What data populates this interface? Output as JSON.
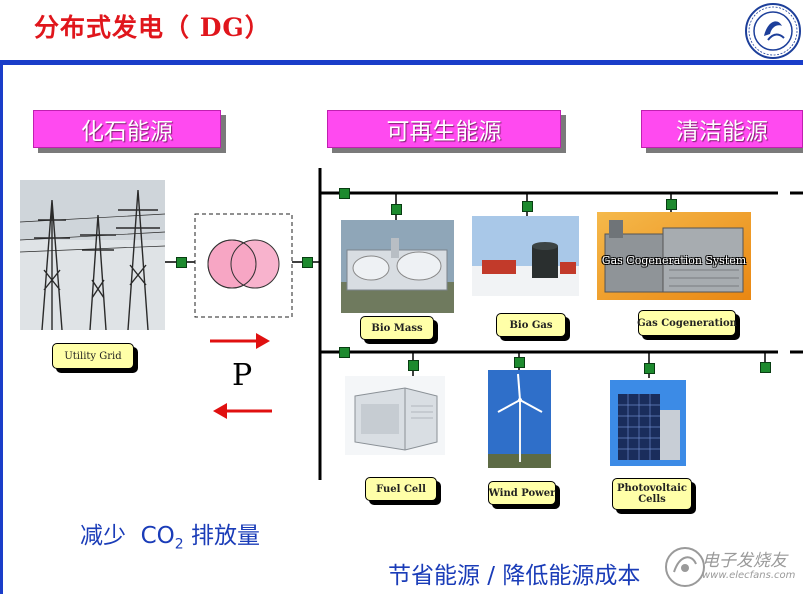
{
  "header": {
    "title": "分布式发电（ DG）"
  },
  "categories": {
    "fossil": "化石能源",
    "renewable": "可再生能源",
    "clean": "清洁能源"
  },
  "labels": {
    "utility_grid": "Utility Grid",
    "bio_mass": "Bio Mass",
    "bio_gas": "Bio Gas",
    "gas_cogeneration": "Gas Cogeneration",
    "gas_cogeneration_system": "Gas Cogeneration System",
    "fuel_cell": "Fuel Cell",
    "wind_power": "Wind Power",
    "photovoltaic_line1": "Photovoltaic",
    "photovoltaic_line2": "Cells"
  },
  "power_symbol": "P",
  "benefits": {
    "reduce_prefix": "减少",
    "co": "CO",
    "two": "2",
    "reduce_suffix": "排放量",
    "save": "节省能源 / 降低能源成本"
  },
  "watermark": {
    "text": "电子发烧友",
    "url": "www.elecfans.com"
  },
  "colors": {
    "accent_red": "#e0161c",
    "banner_pink": "#ff4af0",
    "node_green": "#1d8a2e",
    "text_blue": "#1a3cb8",
    "rule_blue": "#1a3dc9"
  }
}
